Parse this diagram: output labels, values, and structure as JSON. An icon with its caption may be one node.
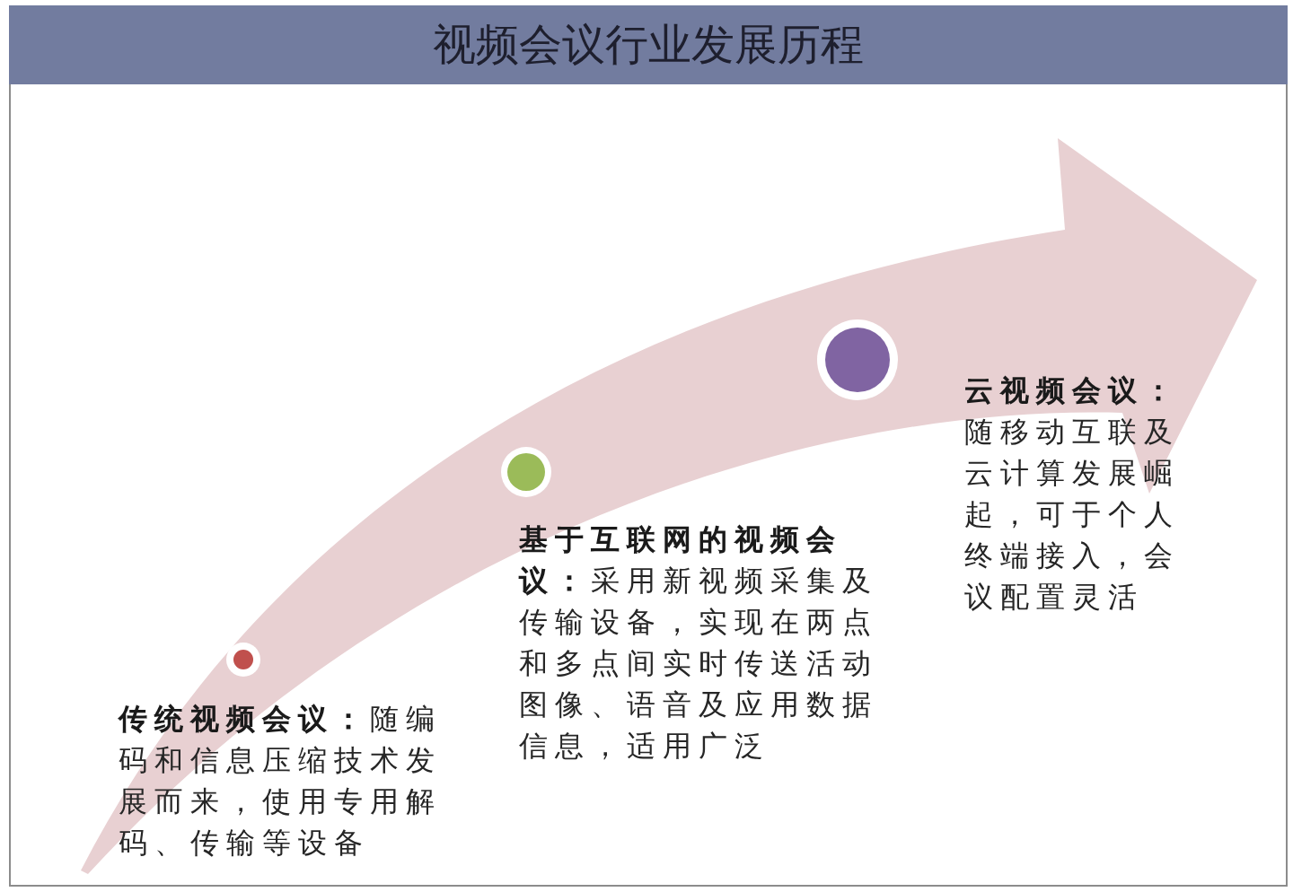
{
  "diagram": {
    "title": "视频会议行业发展历程",
    "nodes": [
      {
        "text": [],
        "shape": "circle",
        "beside": [
          "**传统视频会议：**随编码和信息压缩技术发展而来，使用专用解码、传输等设备"
        ]
      },
      {
        "text": [],
        "shape": "circle",
        "beside": [
          "**基于互联网的视频会议：**采用新视频采集及传输设备，实现在两点和多点间实时传送活动图像、语音及应用数据信息，适用广泛"
        ]
      },
      {
        "text": [],
        "shape": "circle",
        "beside": [
          "**云视频会议：**随移动互联及云计算发展崛起，可于个人终端接入，会议配置灵活"
        ]
      }
    ]
  }
}
